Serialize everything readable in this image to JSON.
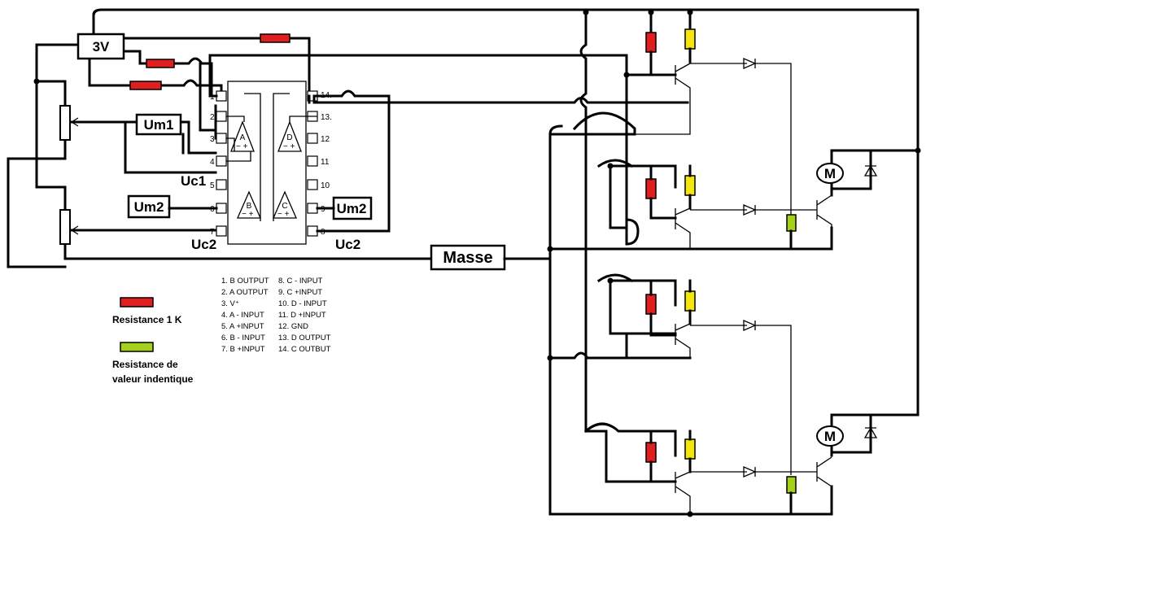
{
  "supply": {
    "label": "3V"
  },
  "ground": {
    "label": "Masse"
  },
  "op_amp_signals": {
    "um1": "Um1",
    "uc1": "Uc1",
    "um2_left": "Um2",
    "uc2_left": "Uc2",
    "um2_right": "Um2",
    "uc2_right": "Uc2"
  },
  "chip": {
    "pins_left": [
      "1",
      "2",
      "3",
      "4",
      "5",
      "6",
      "7"
    ],
    "pins_right": [
      "14.",
      "13.",
      "12",
      "11",
      "10",
      "9",
      "8"
    ],
    "amp_labels": [
      "A",
      "B",
      "C",
      "D"
    ]
  },
  "pinout_table": {
    "col1": [
      "1. B OUTPUT",
      "2. A OUTPUT",
      "3. V⁺",
      "4. A - INPUT",
      "5. A +INPUT",
      "6. B - INPUT",
      "7. B +INPUT"
    ],
    "col2": [
      "8. C - INPUT",
      "9. C +INPUT",
      "10. D - INPUT",
      "11. D +INPUT",
      "12. GND",
      "13. D OUTPUT",
      "14. C OUTBUT"
    ]
  },
  "legend": {
    "red_label": "Resistance 1 K",
    "green_label_line1": "Resistance de",
    "green_label_line2": "valeur indentique",
    "colors": {
      "red": "#e02020",
      "yellow": "#f5e60f",
      "green": "#a6d11a"
    }
  },
  "motors": {
    "symbol": "M"
  }
}
